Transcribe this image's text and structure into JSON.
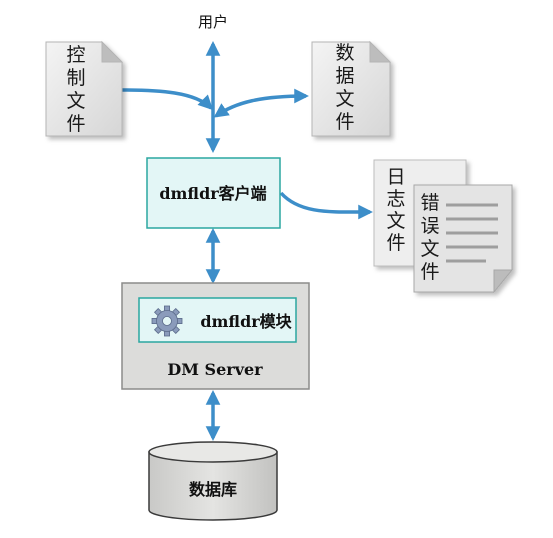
{
  "nodes": {
    "user": "用户",
    "control_file": [
      "控",
      "制",
      "文",
      "件"
    ],
    "data_file": [
      "数",
      "据",
      "文",
      "件"
    ],
    "client": "dmfldr客户端",
    "log_file": [
      "日",
      "志",
      "文",
      "件"
    ],
    "error_file": [
      "错",
      "误",
      "文",
      "件"
    ],
    "module": "dmfldr模块",
    "server": "DM Server",
    "database": "数据库"
  },
  "colors": {
    "arrow": "#3d8ec9",
    "client_fill": "#e3f6f6",
    "client_border": "#2ba7a0",
    "server_fill": "#dcdcda",
    "server_border": "#8c8c8a",
    "document_fill": "#e6e6e6",
    "database_fill": "#d9d9d7"
  },
  "icons": {
    "module": "gear-icon"
  }
}
